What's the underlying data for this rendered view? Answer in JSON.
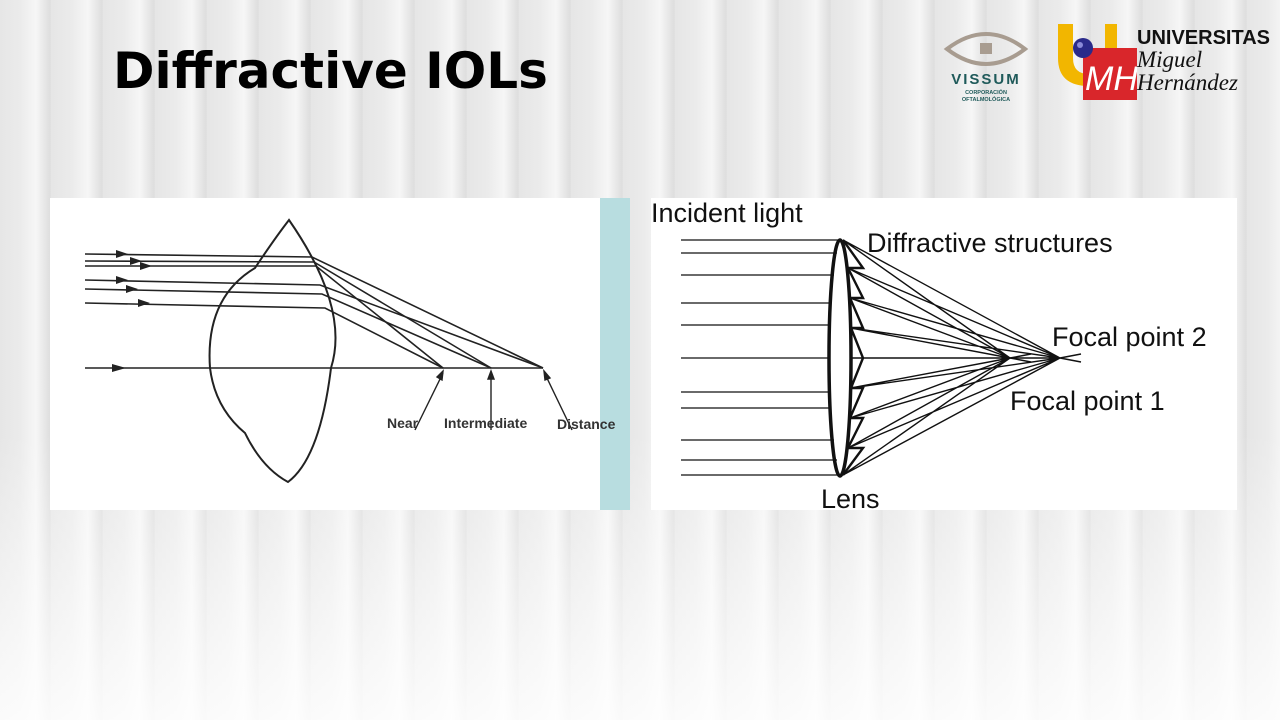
{
  "slide": {
    "title": "Diffractive IOLs"
  },
  "logos": {
    "vissum": {
      "name": "VISSUM",
      "sub1": "CORPORACIÓN",
      "sub2": "OFTALMOLÓGICA"
    },
    "umh": {
      "line1": "UNIVERSITAS",
      "line2": "Miguel",
      "line3": "Hernández"
    }
  },
  "left_diagram": {
    "labels": {
      "near": "Near",
      "intermediate": "Intermediate",
      "distance": "Distance"
    }
  },
  "right_diagram": {
    "labels": {
      "incident": "Incident light",
      "structures": "Diffractive structures",
      "focal2": "Focal point 2",
      "focal1": "Focal point 1",
      "lens": "Lens"
    }
  },
  "colors": {
    "vissum_teal": "#1f5a5a",
    "vissum_eye": "#a89c90",
    "umh_red": "#d9262b",
    "umh_yellow": "#f2b600",
    "strip": "#b8dde0"
  }
}
